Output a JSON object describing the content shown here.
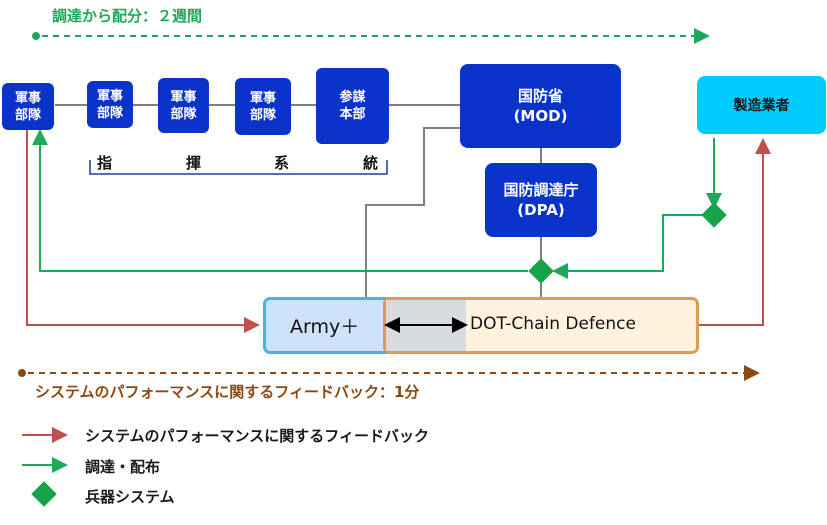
{
  "timeline_top": {
    "label": "調達から配分：２週間",
    "color": "#1ea85a"
  },
  "timeline_bottom": {
    "label": "システムのパフォーマンスに関するフィードバック：1分",
    "color": "#8b4a14"
  },
  "nodes": {
    "unit_left": "軍事\n部隊",
    "units": [
      "軍事\n部隊",
      "軍事\n部隊",
      "軍事\n部隊"
    ],
    "staff_hq": "参謀\n本部",
    "mod": {
      "line1": "国防省",
      "line2": "(MOD)"
    },
    "dpa": {
      "line1": "国防調達庁",
      "line2": "(DPA)"
    },
    "manufacturer": "製造業者",
    "army_plus": "Army＋",
    "dot_chain": "DOT-Chain Defence"
  },
  "chain_of_command": [
    "指",
    "揮",
    "系",
    "統"
  ],
  "legend": [
    {
      "icon": "red-arrow-icon",
      "label": "システムのパフォーマンスに関するフィードバック",
      "color": "#c0504d"
    },
    {
      "icon": "green-arrow-icon",
      "label": "調達・配布",
      "color": "#1ea85a"
    },
    {
      "icon": "green-diamond-icon",
      "label": "兵器システム",
      "color": "#16a34a"
    }
  ],
  "colors": {
    "unit_blue": "#0a34c9",
    "manufacturer_cyan": "#00ccff",
    "feedback_red": "#c0504d",
    "supply_green": "#1ea85a",
    "command_gray": "#808080"
  }
}
